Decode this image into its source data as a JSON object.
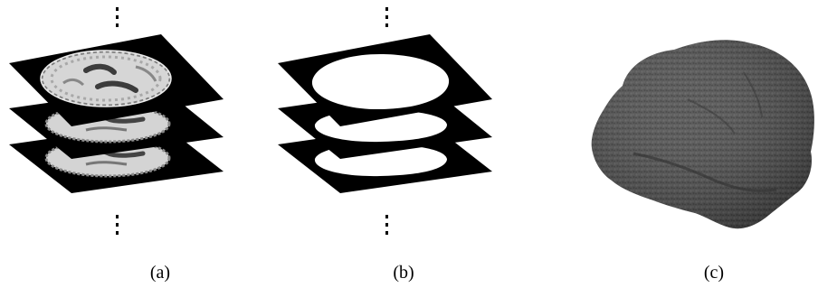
{
  "panels": [
    {
      "id": "a",
      "caption": "(a)"
    },
    {
      "id": "b",
      "caption": "(b)"
    },
    {
      "id": "c",
      "caption": "(c)"
    }
  ],
  "colors": {
    "slice": "#000000",
    "brain_tissue": "#d2d2d2",
    "brain_dark": "#5a5a5a",
    "mask": "#ffffff",
    "surface": "#4a4a4a",
    "background": "#ffffff"
  }
}
